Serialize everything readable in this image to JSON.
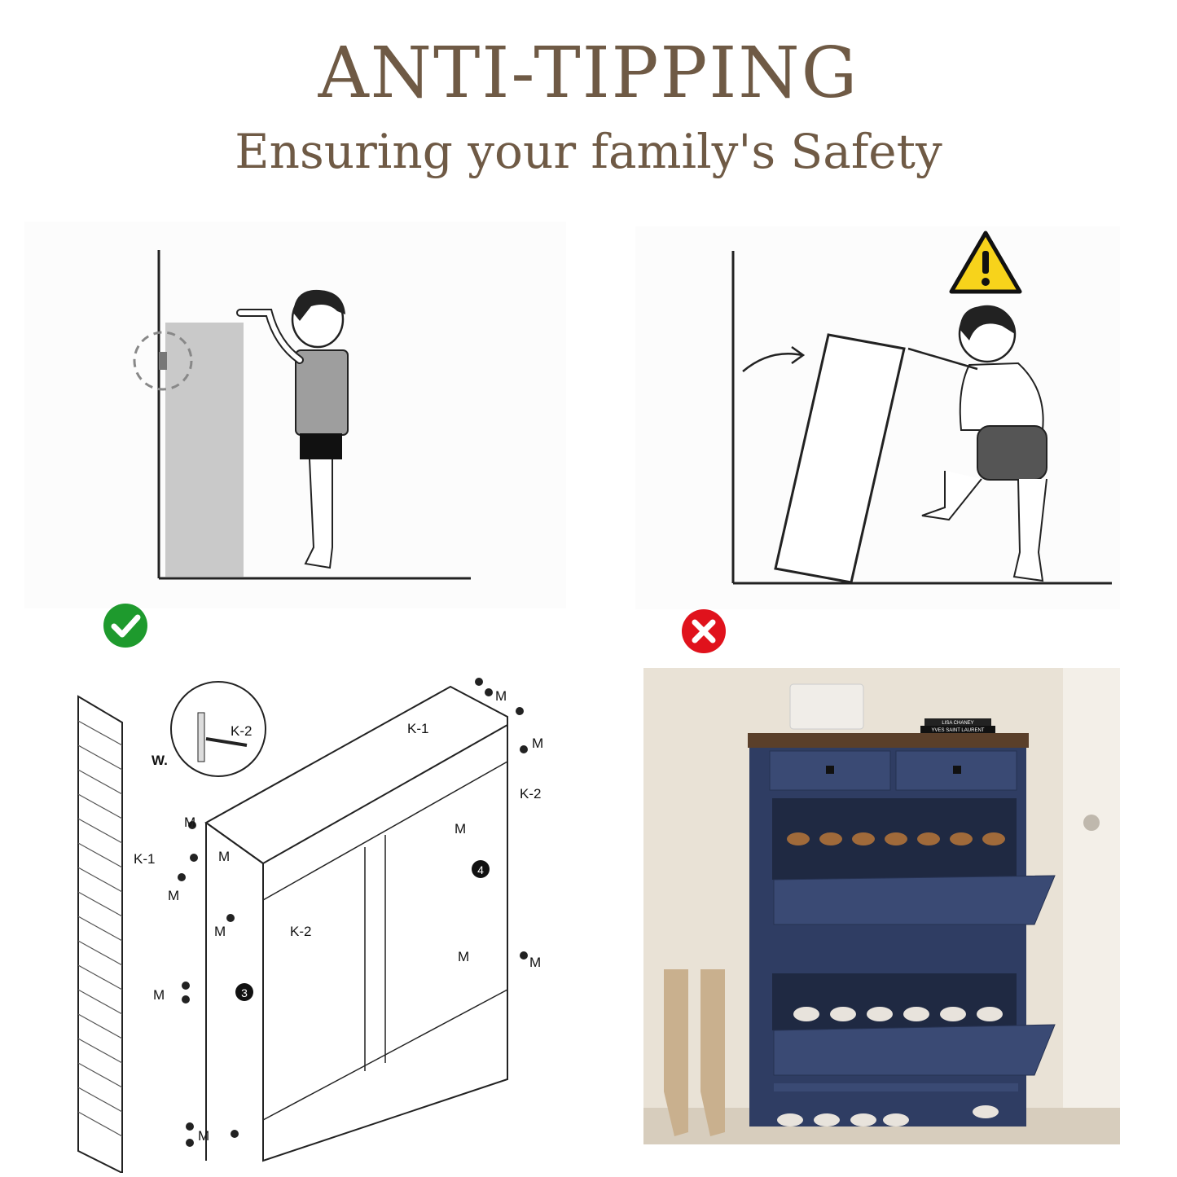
{
  "header": {
    "title": "ANTI-TIPPING",
    "subtitle": "Ensuring your family's Safety"
  },
  "panels": {
    "correct": {
      "icon": "check-circle-icon",
      "color": "#1e9a2d"
    },
    "wrong": {
      "icon": "x-circle-icon",
      "color": "#e0121c",
      "warning_icon": "warning-triangle-icon",
      "warning_color": "#f7d31b"
    }
  },
  "diagram": {
    "labels": {
      "m": "M",
      "k1": "K-1",
      "k2": "K-2",
      "w": "W.",
      "step3": "3",
      "step4": "4"
    }
  },
  "product": {
    "book_top": "LISA CHANEY",
    "book_bottom": "YVES SAINT LAURENT",
    "cabinet_color": "#2f3d63"
  }
}
